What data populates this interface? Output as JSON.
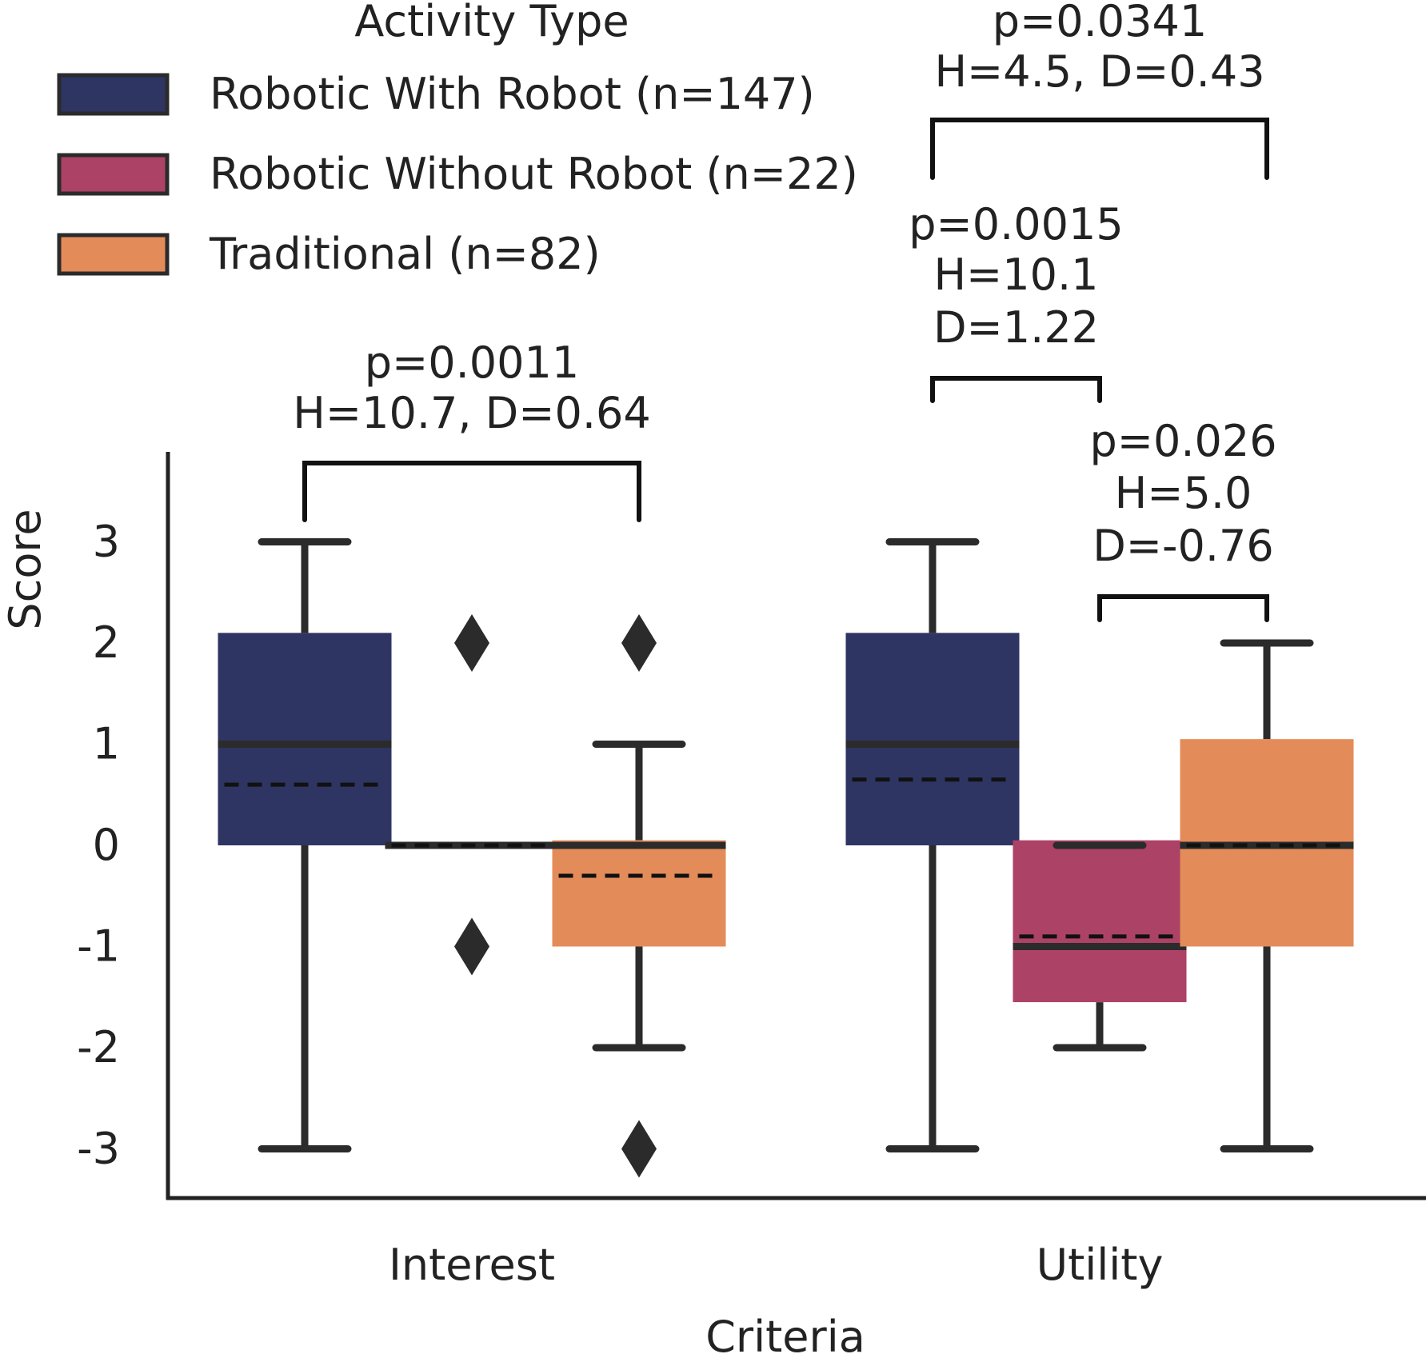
{
  "chart_data": {
    "type": "box",
    "xlabel": "Criteria",
    "ylabel": "Score",
    "ylim": [
      -3.5,
      3.8
    ],
    "yticks": [
      3,
      2,
      1,
      0,
      -1,
      -2,
      -3
    ],
    "ytick_labels": [
      "3",
      "2",
      "1",
      "0",
      "-1",
      "-2",
      "-3"
    ],
    "categories": [
      "Interest",
      "Utility"
    ],
    "legend": {
      "title": "Activity Type",
      "placement": "top-left",
      "entries": [
        {
          "label": "Robotic With Robot (n=147)",
          "color": "#2f3562"
        },
        {
          "label": "Robotic Without Robot (n=22)",
          "color": "#ad4267"
        },
        {
          "label": "Traditional (n=82)",
          "color": "#e48b5a"
        }
      ]
    },
    "series": [
      {
        "name": "Robotic With Robot (n=147)",
        "color": "#2f3562",
        "boxes": [
          {
            "category": "Interest",
            "q1": 0,
            "median": 1,
            "q3": 2.1,
            "mean": 0.6,
            "whisker_low": -3,
            "whisker_high": 3,
            "outliers": []
          },
          {
            "category": "Utility",
            "q1": 0,
            "median": 1,
            "q3": 2.1,
            "mean": 0.65,
            "whisker_low": -3,
            "whisker_high": 3,
            "outliers": []
          }
        ]
      },
      {
        "name": "Robotic Without Robot (n=22)",
        "color": "#ad4267",
        "boxes": [
          {
            "category": "Interest",
            "q1": 0,
            "median": 0,
            "q3": 0,
            "mean": 0,
            "whisker_low": 0,
            "whisker_high": 0,
            "outliers": [
              2,
              -1
            ]
          },
          {
            "category": "Utility",
            "q1": -1.55,
            "median": -1,
            "q3": 0.05,
            "mean": -0.9,
            "whisker_low": -2,
            "whisker_high": 0,
            "outliers": []
          }
        ]
      },
      {
        "name": "Traditional (n=82)",
        "color": "#e48b5a",
        "boxes": [
          {
            "category": "Interest",
            "q1": -1,
            "median": 0,
            "q3": 0.05,
            "mean": -0.3,
            "whisker_low": -2,
            "whisker_high": 1,
            "outliers": [
              2,
              -3
            ]
          },
          {
            "category": "Utility",
            "q1": -1,
            "median": 0,
            "q3": 1.05,
            "mean": 0,
            "whisker_low": -3,
            "whisker_high": 2,
            "outliers": []
          }
        ]
      }
    ],
    "annotations": [
      {
        "category": "Interest",
        "from_series": 0,
        "to_series": 2,
        "lines": [
          "p=0.0011",
          "H=10.7, D=0.64"
        ]
      },
      {
        "category": "Utility",
        "from_series": 0,
        "to_series": 2,
        "lines": [
          "p=0.0341",
          "H=4.5, D=0.43"
        ]
      },
      {
        "category": "Utility",
        "from_series": 0,
        "to_series": 1,
        "lines": [
          "p=0.0015",
          "H=10.1",
          "D=1.22"
        ]
      },
      {
        "category": "Utility",
        "from_series": 1,
        "to_series": 2,
        "lines": [
          "p=0.026",
          "H=5.0",
          "D=-0.76"
        ]
      }
    ]
  }
}
